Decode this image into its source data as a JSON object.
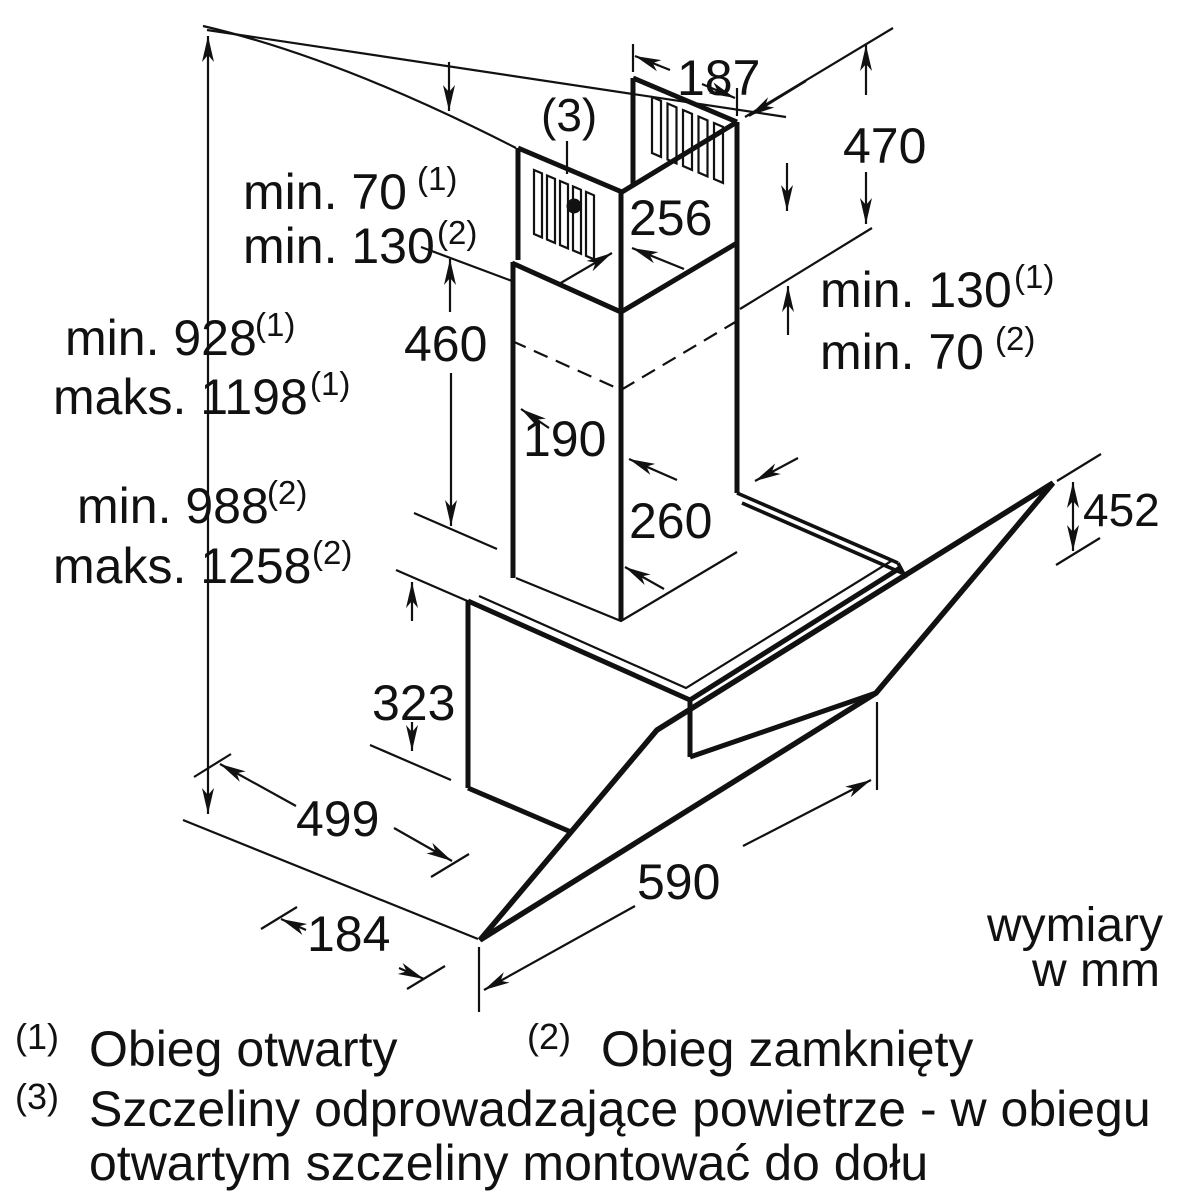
{
  "colors": {
    "ink": "#111111",
    "paper": "#ffffff"
  },
  "units_note": {
    "line1": "wymiary",
    "line2": "w mm"
  },
  "dims": {
    "top_width": "187",
    "duct_side": "256",
    "duct_front": "190",
    "duct_depth": "260",
    "chimney_height": "460",
    "total_top": "470",
    "glass_height": "452",
    "body_height": "323",
    "body_depth": "499",
    "body_width": "590",
    "tip_offset": "184",
    "min70_1": {
      "text": "min. 70",
      "sup": "(1)"
    },
    "min130_2": {
      "text": "min. 130",
      "sup": "(2)"
    },
    "min130_1": {
      "text": "min. 130",
      "sup": "(1)"
    },
    "min70_2": {
      "text": "min. 70",
      "sup": "(2)"
    },
    "min928_1": {
      "text": "min. 928",
      "sup": "(1)"
    },
    "maks1198_1": {
      "text": "maks. 1198",
      "sup": "(1)"
    },
    "min988_2": {
      "text": "min. 988",
      "sup": "(2)"
    },
    "maks1258_2": {
      "text": "maks. 1258",
      "sup": "(2)"
    },
    "vent_marker": "(3)"
  },
  "footnotes": [
    {
      "sup": "(1)",
      "text": "Obieg otwarty"
    },
    {
      "sup": "(2)",
      "text": "Obieg zamknięty"
    },
    {
      "sup": "(3)",
      "text": "Szczeliny odprowadzające powietrze - w obiegu"
    },
    {
      "sup": "",
      "text": "otwartym szczeliny montować do dołu"
    }
  ]
}
